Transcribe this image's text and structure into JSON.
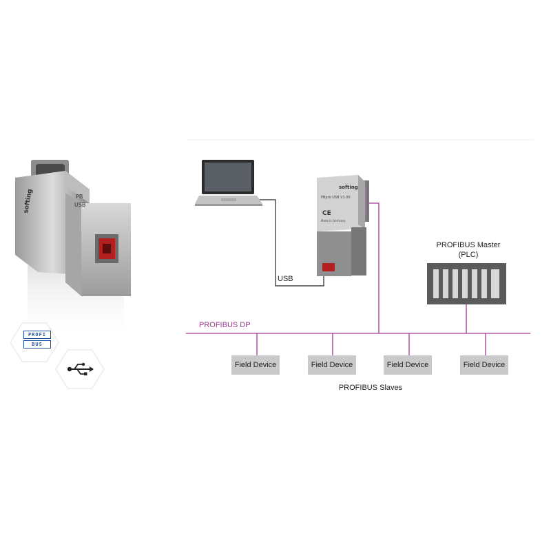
{
  "labels": {
    "usb": "USB",
    "bus": "PROFIBUS DP",
    "master_line1": "PROFIBUS Master",
    "master_line2": "(PLC)",
    "slaves": "PROFIBUS Slaves"
  },
  "field_devices": [
    "Field Device",
    "Field Device",
    "Field Device",
    "Field Device"
  ],
  "product_text": {
    "brand": "softing",
    "model": "PBpro USB V1.00",
    "made_in": "Made in Germany",
    "port_pb": "PB",
    "port_usb": "USB"
  },
  "logos": {
    "profibus_top": "PROFI",
    "profibus_bottom": "BUS",
    "profibus_reg": "®"
  },
  "icons": {
    "usb_symbol": "usb-icon",
    "laptop": "laptop-icon",
    "plc": "plc-icon"
  },
  "colors": {
    "bus_line": "#a23a93",
    "wire": "#222222",
    "device_box": "#c9c9c9",
    "accent_red": "#b3201f"
  }
}
